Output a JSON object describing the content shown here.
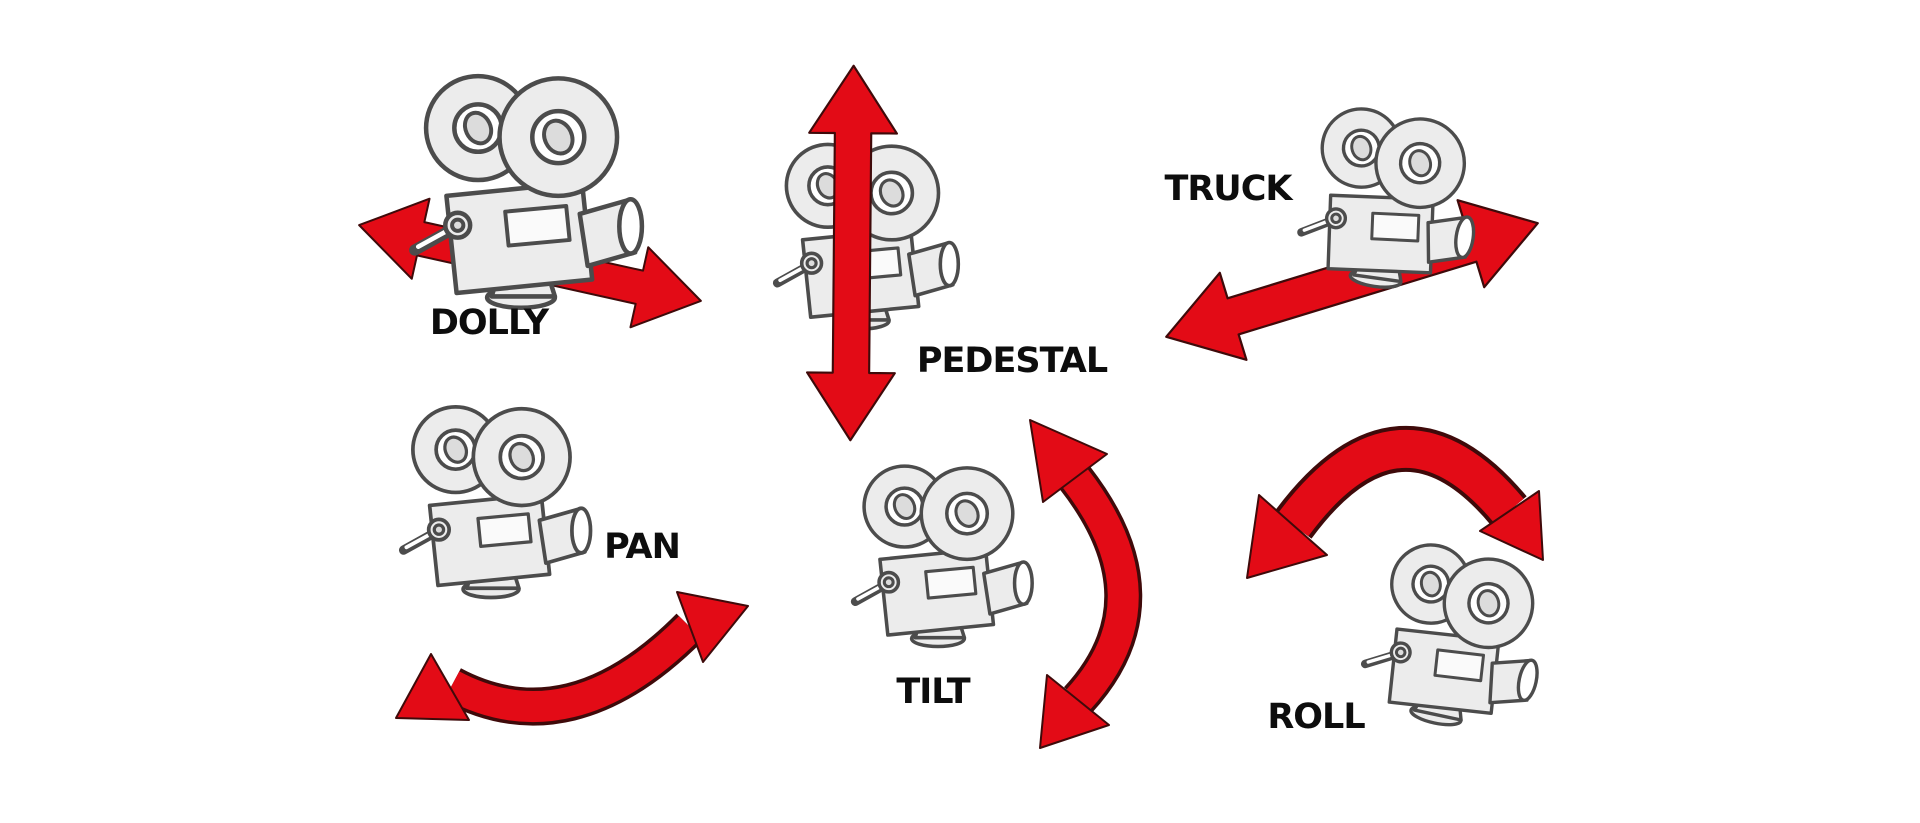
{
  "palette": {
    "background": "#ffffff",
    "arrow_red": "#e30b16",
    "arrow_edge": "#3f0a0a",
    "camera_line": "#4c4c4c",
    "camera_fill": "#ececec",
    "label_color": "#0d0d0d"
  },
  "movements": [
    {
      "id": "dolly",
      "label": "DOLLY",
      "arrow": "straight double-headed arrow, horizontal (forward/back)"
    },
    {
      "id": "pedestal",
      "label": "PEDESTAL",
      "arrow": "straight double-headed arrow, vertical (up/down)"
    },
    {
      "id": "truck",
      "label": "TRUCK",
      "arrow": "straight double-headed arrow, lateral (left/right)"
    },
    {
      "id": "pan",
      "label": "PAN",
      "arrow": "curved double-headed arrow, horizontal sweep below camera"
    },
    {
      "id": "tilt",
      "label": "TILT",
      "arrow": "curved double-headed arrow, vertical sweep beside camera"
    },
    {
      "id": "roll",
      "label": "ROLL",
      "arrow": "curved double-headed arrow, overhead sweep"
    }
  ]
}
